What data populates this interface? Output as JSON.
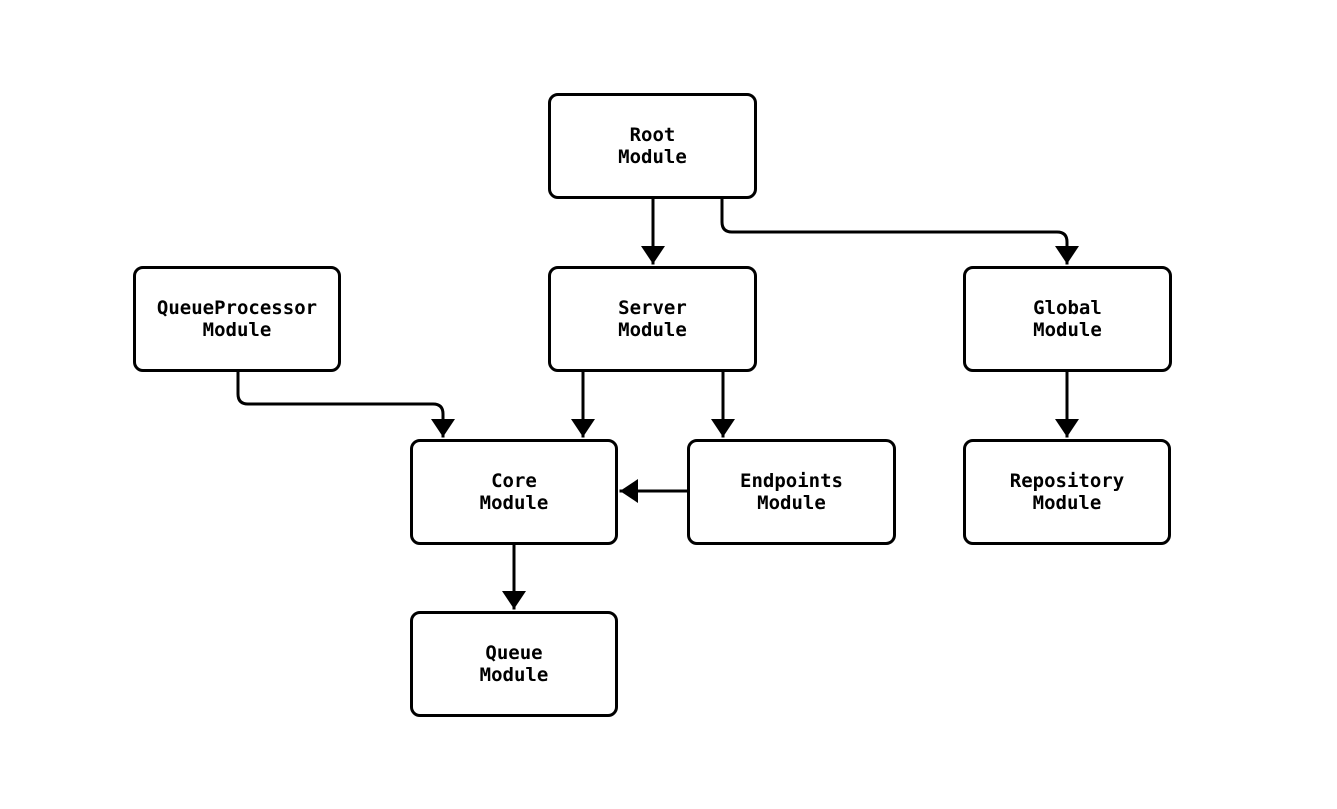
{
  "diagram": {
    "type": "flowchart",
    "background_color": "#ffffff",
    "line_color": "#000000",
    "node_fill_color": "#ffffff",
    "text_color": "#000000",
    "nodes": {
      "root": {
        "label": "Root\nModule"
      },
      "queue_processor": {
        "label": "QueueProcessor\nModule"
      },
      "server": {
        "label": "Server\nModule"
      },
      "global": {
        "label": "Global\nModule"
      },
      "core": {
        "label": "Core\nModule"
      },
      "endpoints": {
        "label": "Endpoints\nModule"
      },
      "repository": {
        "label": "Repository\nModule"
      },
      "queue": {
        "label": "Queue\nModule"
      }
    },
    "edges": [
      {
        "from": "Root Module",
        "to": "Server Module"
      },
      {
        "from": "Root Module",
        "to": "Global Module"
      },
      {
        "from": "QueueProcessor Module",
        "to": "Core Module"
      },
      {
        "from": "Server Module",
        "to": "Core Module"
      },
      {
        "from": "Server Module",
        "to": "Endpoints Module"
      },
      {
        "from": "Endpoints Module",
        "to": "Core Module"
      },
      {
        "from": "Global Module",
        "to": "Repository Module"
      },
      {
        "from": "Core Module",
        "to": "Queue Module"
      }
    ]
  }
}
